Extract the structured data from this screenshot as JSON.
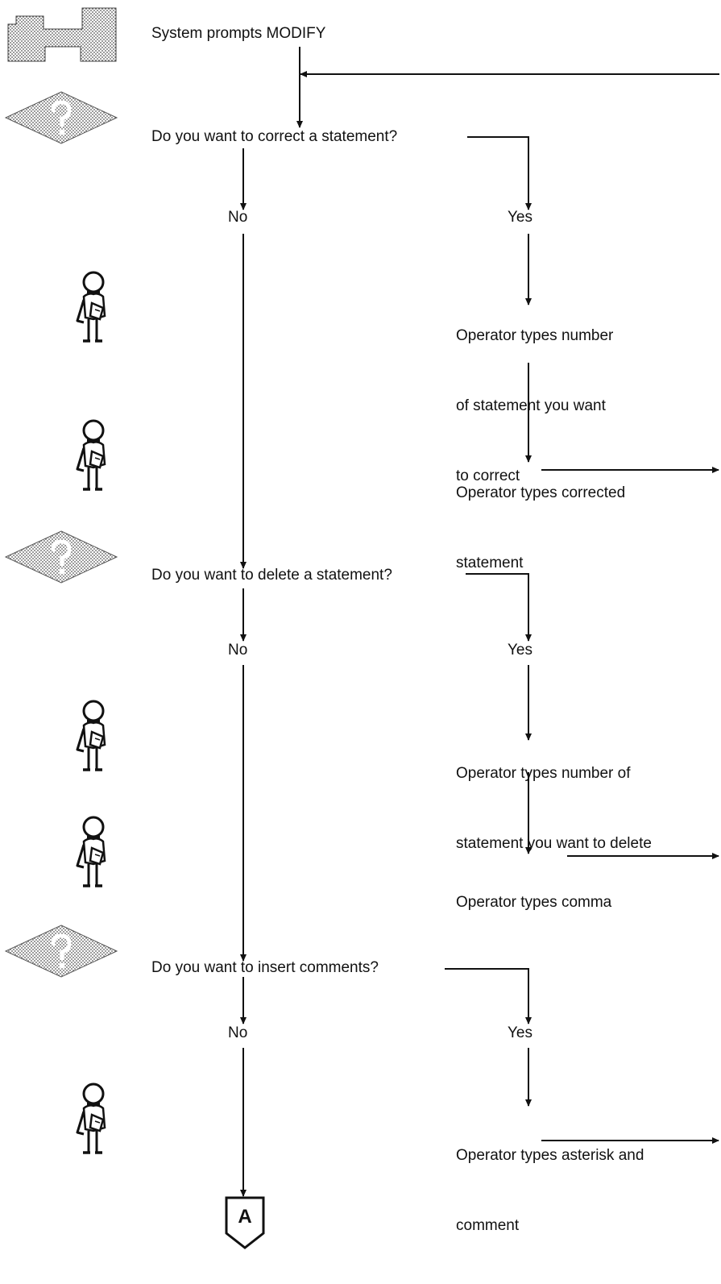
{
  "start": {
    "text": "System prompts MODIFY",
    "icon": "system-console-icon"
  },
  "decisions": [
    {
      "question": "Do you want to correct a statement?",
      "no_label": "No",
      "yes_label": "Yes",
      "steps": [
        {
          "lines": [
            "Operator types number",
            "of statement you want",
            "to correct"
          ]
        },
        {
          "lines": [
            "Operator types corrected",
            "statement"
          ]
        }
      ]
    },
    {
      "question": "Do you want to delete a statement?",
      "no_label": "No",
      "yes_label": "Yes",
      "steps": [
        {
          "lines": [
            "Operator types number of",
            "statement you want to delete"
          ]
        },
        {
          "lines": [
            "Operator types comma"
          ]
        }
      ]
    },
    {
      "question": "Do you want to insert comments?",
      "no_label": "No",
      "yes_label": "Yes",
      "steps": [
        {
          "lines": [
            "Operator types asterisk and",
            "comment"
          ]
        }
      ]
    }
  ],
  "connector": {
    "label": "A"
  },
  "icons": {
    "decision": "question-diamond-icon",
    "operator": "operator-figure-icon"
  }
}
